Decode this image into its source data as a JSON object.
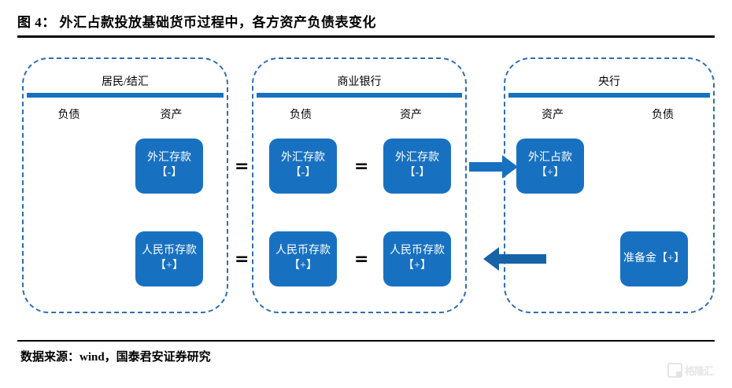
{
  "figure": {
    "title": "图 4： 外汇占款投放基础货币过程中，各方资产负债表变化",
    "source": "数据来源：wind，国泰君安证券研究",
    "watermark": "格隆汇",
    "accent_color": "#1871C0",
    "panel_border_color": "#2e6db4"
  },
  "panels": [
    {
      "id": "resident",
      "title": "居民/结汇",
      "columns": [
        {
          "id": "liability",
          "label": "负债"
        },
        {
          "id": "asset",
          "label": "资产"
        }
      ],
      "items": [
        {
          "id": "fx-deposit-minus",
          "column": "asset",
          "row": "top",
          "label": "外汇存款【-】"
        },
        {
          "id": "rmb-deposit-plus",
          "column": "asset",
          "row": "bottom",
          "label": "人民币存款【+】"
        }
      ]
    },
    {
      "id": "commercial-bank",
      "title": "商业银行",
      "columns": [
        {
          "id": "liability",
          "label": "负债"
        },
        {
          "id": "asset",
          "label": "资产"
        }
      ],
      "items": [
        {
          "id": "fx-deposit-minus-liab",
          "column": "liability",
          "row": "top",
          "label": "外汇存款【-】"
        },
        {
          "id": "fx-deposit-minus-asset",
          "column": "asset",
          "row": "top",
          "label": "外汇存款【-】"
        },
        {
          "id": "rmb-deposit-plus-liab",
          "column": "liability",
          "row": "bottom",
          "label": "人民币存款【+】"
        },
        {
          "id": "rmb-deposit-plus-asset",
          "column": "asset",
          "row": "bottom",
          "label": "人民币存款【+】"
        }
      ]
    },
    {
      "id": "central-bank",
      "title": "央行",
      "columns": [
        {
          "id": "asset",
          "label": "资产"
        },
        {
          "id": "liability",
          "label": "负债"
        }
      ],
      "items": [
        {
          "id": "fx-position-plus",
          "column": "asset",
          "row": "top",
          "label": "外汇占款【+】"
        },
        {
          "id": "reserves-plus",
          "column": "liability",
          "row": "bottom",
          "label": "准备金【+】"
        }
      ]
    }
  ],
  "equals_signs": [
    {
      "id": "eq-resident-bank-top",
      "label": "="
    },
    {
      "id": "eq-bank-internal-top",
      "label": "="
    },
    {
      "id": "eq-resident-bank-bottom",
      "label": "="
    },
    {
      "id": "eq-bank-internal-bottom",
      "label": "="
    }
  ],
  "arrows": [
    {
      "id": "arrow-bank-to-central",
      "direction": "right"
    },
    {
      "id": "arrow-central-to-bank",
      "direction": "left"
    }
  ]
}
